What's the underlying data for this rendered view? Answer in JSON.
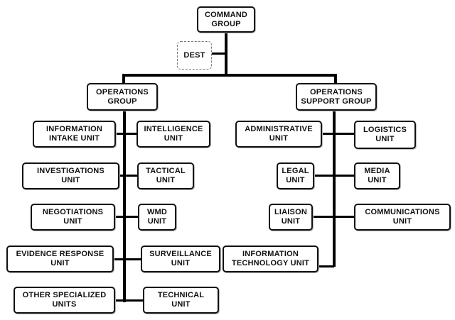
{
  "nodes": {
    "command": "COMMAND\nGROUP",
    "dest": "DEST",
    "ops": "OPERATIONS\nGROUP",
    "support": "OPERATIONS\nSUPPORT GROUP",
    "info_intake": "INFORMATION\nINTAKE UNIT",
    "intelligence": "INTELLIGENCE\nUNIT",
    "investigations": "INVESTIGATIONS\nUNIT",
    "tactical": "TACTICAL\nUNIT",
    "negotiations": "NEGOTIATIONS\nUNIT",
    "wmd": "WMD\nUNIT",
    "evidence": "EVIDENCE RESPONSE\nUNIT",
    "surveillance": "SURVEILLANCE\nUNIT",
    "other": "OTHER SPECIALIZED\nUNITS",
    "technical": "TECHNICAL\nUNIT",
    "administrative": "ADMINISTRATIVE\nUNIT",
    "logistics": "LOGISTICS\nUNIT",
    "legal": "LEGAL\nUNIT",
    "media": "MEDIA\nUNIT",
    "liaison": "LIAISON\nUNIT",
    "communications": "COMMUNICATIONS\nUNIT",
    "it": "INFORMATION\nTECHNOLOGY UNIT"
  },
  "edges": [
    [
      "command",
      "ops"
    ],
    [
      "command",
      "support"
    ],
    [
      "command",
      "dest"
    ],
    [
      "ops",
      "info_intake"
    ],
    [
      "ops",
      "intelligence"
    ],
    [
      "ops",
      "investigations"
    ],
    [
      "ops",
      "tactical"
    ],
    [
      "ops",
      "negotiations"
    ],
    [
      "ops",
      "wmd"
    ],
    [
      "ops",
      "evidence"
    ],
    [
      "ops",
      "surveillance"
    ],
    [
      "ops",
      "other"
    ],
    [
      "ops",
      "technical"
    ],
    [
      "support",
      "administrative"
    ],
    [
      "support",
      "logistics"
    ],
    [
      "support",
      "legal"
    ],
    [
      "support",
      "media"
    ],
    [
      "support",
      "liaison"
    ],
    [
      "support",
      "communications"
    ],
    [
      "support",
      "it"
    ]
  ]
}
